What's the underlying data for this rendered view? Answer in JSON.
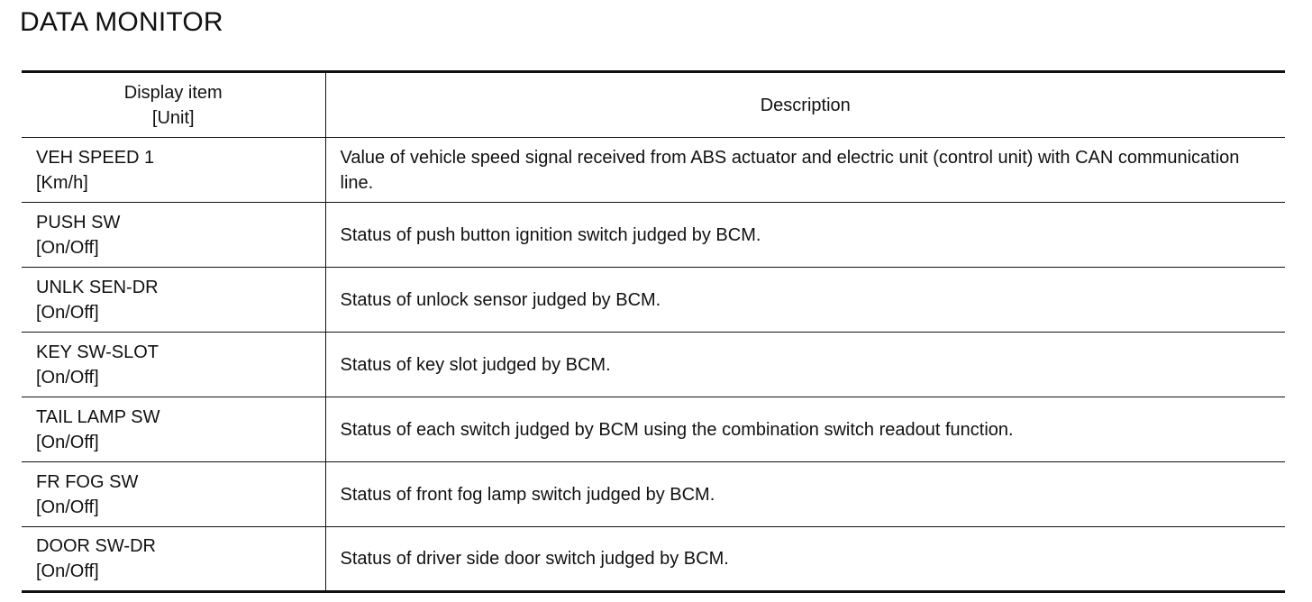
{
  "title": "DATA MONITOR",
  "table": {
    "headers": {
      "item_line1": "Display item",
      "item_line2": "[Unit]",
      "description": "Description"
    },
    "rows": [
      {
        "item": "VEH SPEED 1",
        "unit": "[Km/h]",
        "description": "Value of vehicle speed signal received from ABS actuator and electric unit (control unit) with CAN communication line."
      },
      {
        "item": "PUSH SW",
        "unit": "[On/Off]",
        "description": "Status of push button ignition switch judged by BCM."
      },
      {
        "item": "UNLK SEN-DR",
        "unit": "[On/Off]",
        "description": "Status of unlock sensor judged by BCM."
      },
      {
        "item": "KEY SW-SLOT",
        "unit": "[On/Off]",
        "description": "Status of key slot judged by BCM."
      },
      {
        "item": "TAIL LAMP SW",
        "unit": "[On/Off]",
        "description": "Status of each switch judged by BCM using the combination switch readout function."
      },
      {
        "item": "FR FOG SW",
        "unit": "[On/Off]",
        "description": "Status of front fog lamp switch judged by BCM."
      },
      {
        "item": "DOOR SW-DR",
        "unit": "[On/Off]",
        "description": "Status of driver side door switch judged by BCM."
      }
    ]
  }
}
